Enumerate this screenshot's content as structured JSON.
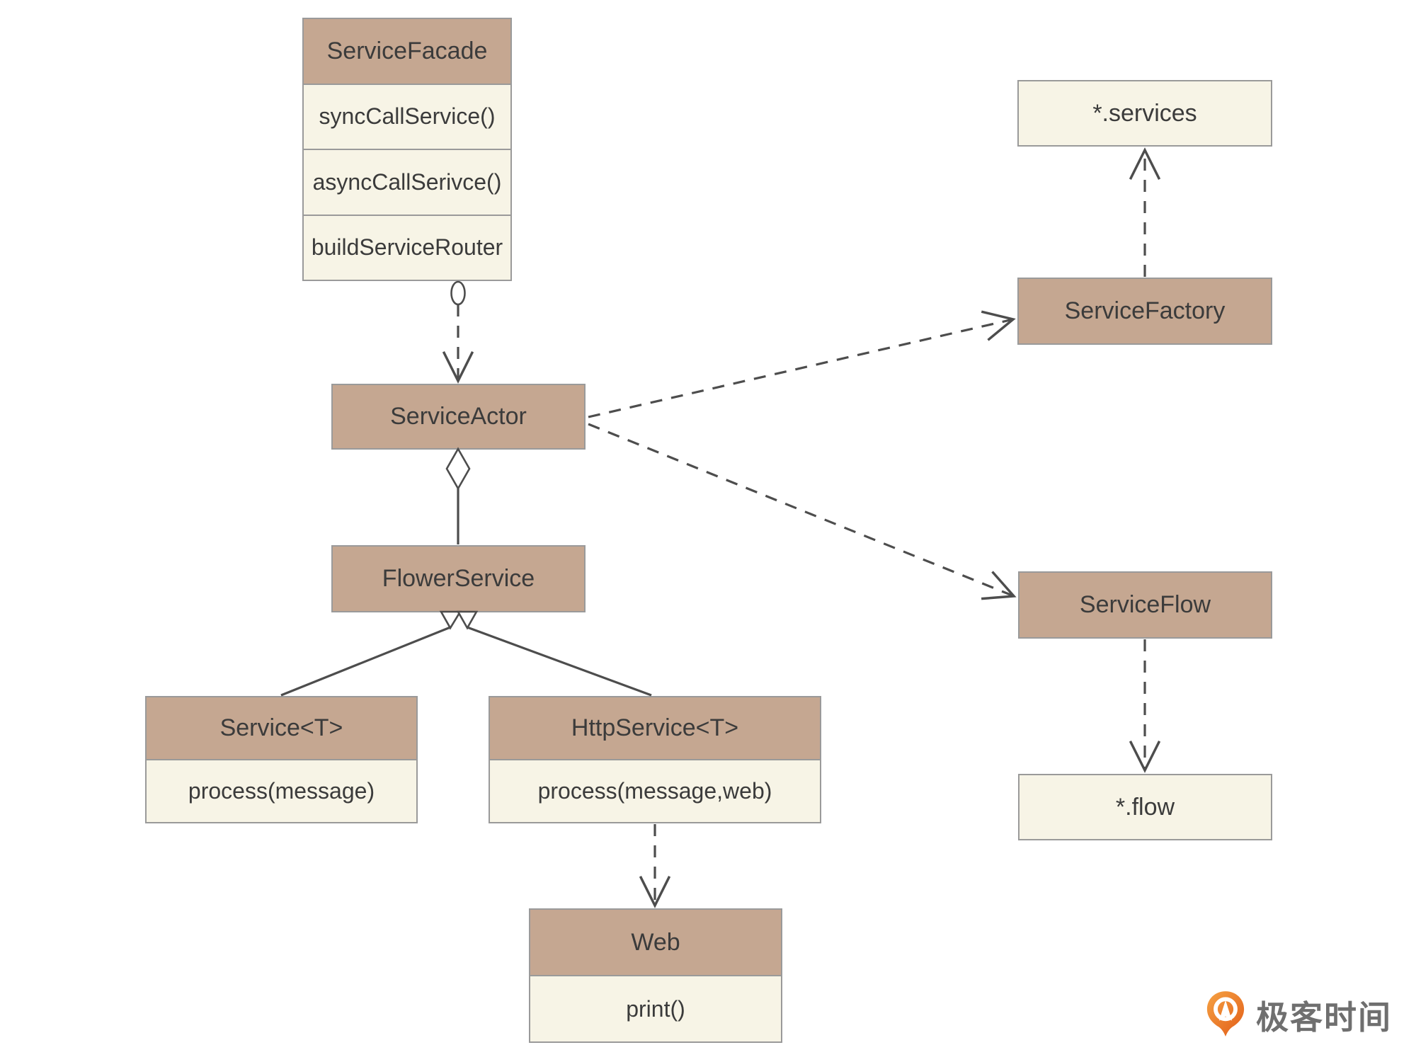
{
  "colors": {
    "node_header_fill": "#c5a791",
    "node_body_fill": "#f7f4e6",
    "node_border": "#9a9a9a",
    "edge_color": "#4d4d4d",
    "text_color": "#3b3b3b",
    "logo_orange": "#ed7524",
    "logo_text_color": "#6f6f6f",
    "canvas_bg": "#ffffff"
  },
  "classes": {
    "service_facade": {
      "name": "ServiceFacade",
      "methods": [
        "syncCallService()",
        "asyncCallSerivce()",
        "buildServiceRouter"
      ]
    },
    "service_actor": {
      "name": "ServiceActor"
    },
    "flower_service": {
      "name": "FlowerService"
    },
    "service_t": {
      "name": "Service<T>",
      "methods": [
        "process(message)"
      ]
    },
    "http_service_t": {
      "name": "HttpService<T>",
      "methods": [
        "process(message,web)"
      ]
    },
    "web": {
      "name": "Web",
      "methods": [
        "print()"
      ]
    },
    "services_file": {
      "name": "*.services"
    },
    "service_factory": {
      "name": "ServiceFactory"
    },
    "service_flow": {
      "name": "ServiceFlow"
    },
    "flow_file": {
      "name": "*.flow"
    }
  },
  "edges": [
    {
      "from": "ServiceFacade",
      "to": "ServiceActor",
      "style": "dashed-arrow-with-interface-circle"
    },
    {
      "from": "ServiceActor",
      "to": "FlowerService",
      "style": "aggregation-hollow-diamond"
    },
    {
      "from": "Service<T>",
      "to": "FlowerService",
      "style": "generalization-hollow-triangle"
    },
    {
      "from": "HttpService<T>",
      "to": "FlowerService",
      "style": "generalization-hollow-triangle"
    },
    {
      "from": "HttpService<T>",
      "to": "Web",
      "style": "dashed-arrow"
    },
    {
      "from": "ServiceActor",
      "to": "ServiceFactory",
      "style": "dashed-arrow"
    },
    {
      "from": "ServiceActor",
      "to": "ServiceFlow",
      "style": "dashed-arrow"
    },
    {
      "from": "ServiceFactory",
      "to": "*.services",
      "style": "dashed-arrow"
    },
    {
      "from": "ServiceFlow",
      "to": "*.flow",
      "style": "dashed-arrow"
    }
  ],
  "branding": {
    "logo_text": "极客时间"
  }
}
